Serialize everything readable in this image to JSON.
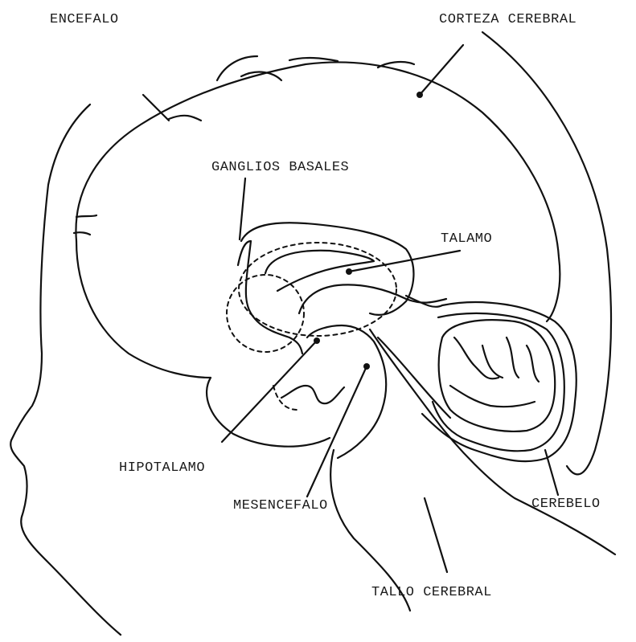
{
  "labels": {
    "encefalo": "ENCEFALO",
    "corteza_cerebral": "CORTEZA CEREBRAL",
    "ganglios_basales": "GANGLIOS BASALES",
    "talamo": "TALAMO",
    "hipotalamo": "HIPOTALAMO",
    "mesencefalo": "MESENCEFALO",
    "cerebelo": "CEREBELO",
    "tallo_cerebral": "TALLO CEREBRAL"
  },
  "colors": {
    "ink": "#111111",
    "background": "#ffffff"
  }
}
